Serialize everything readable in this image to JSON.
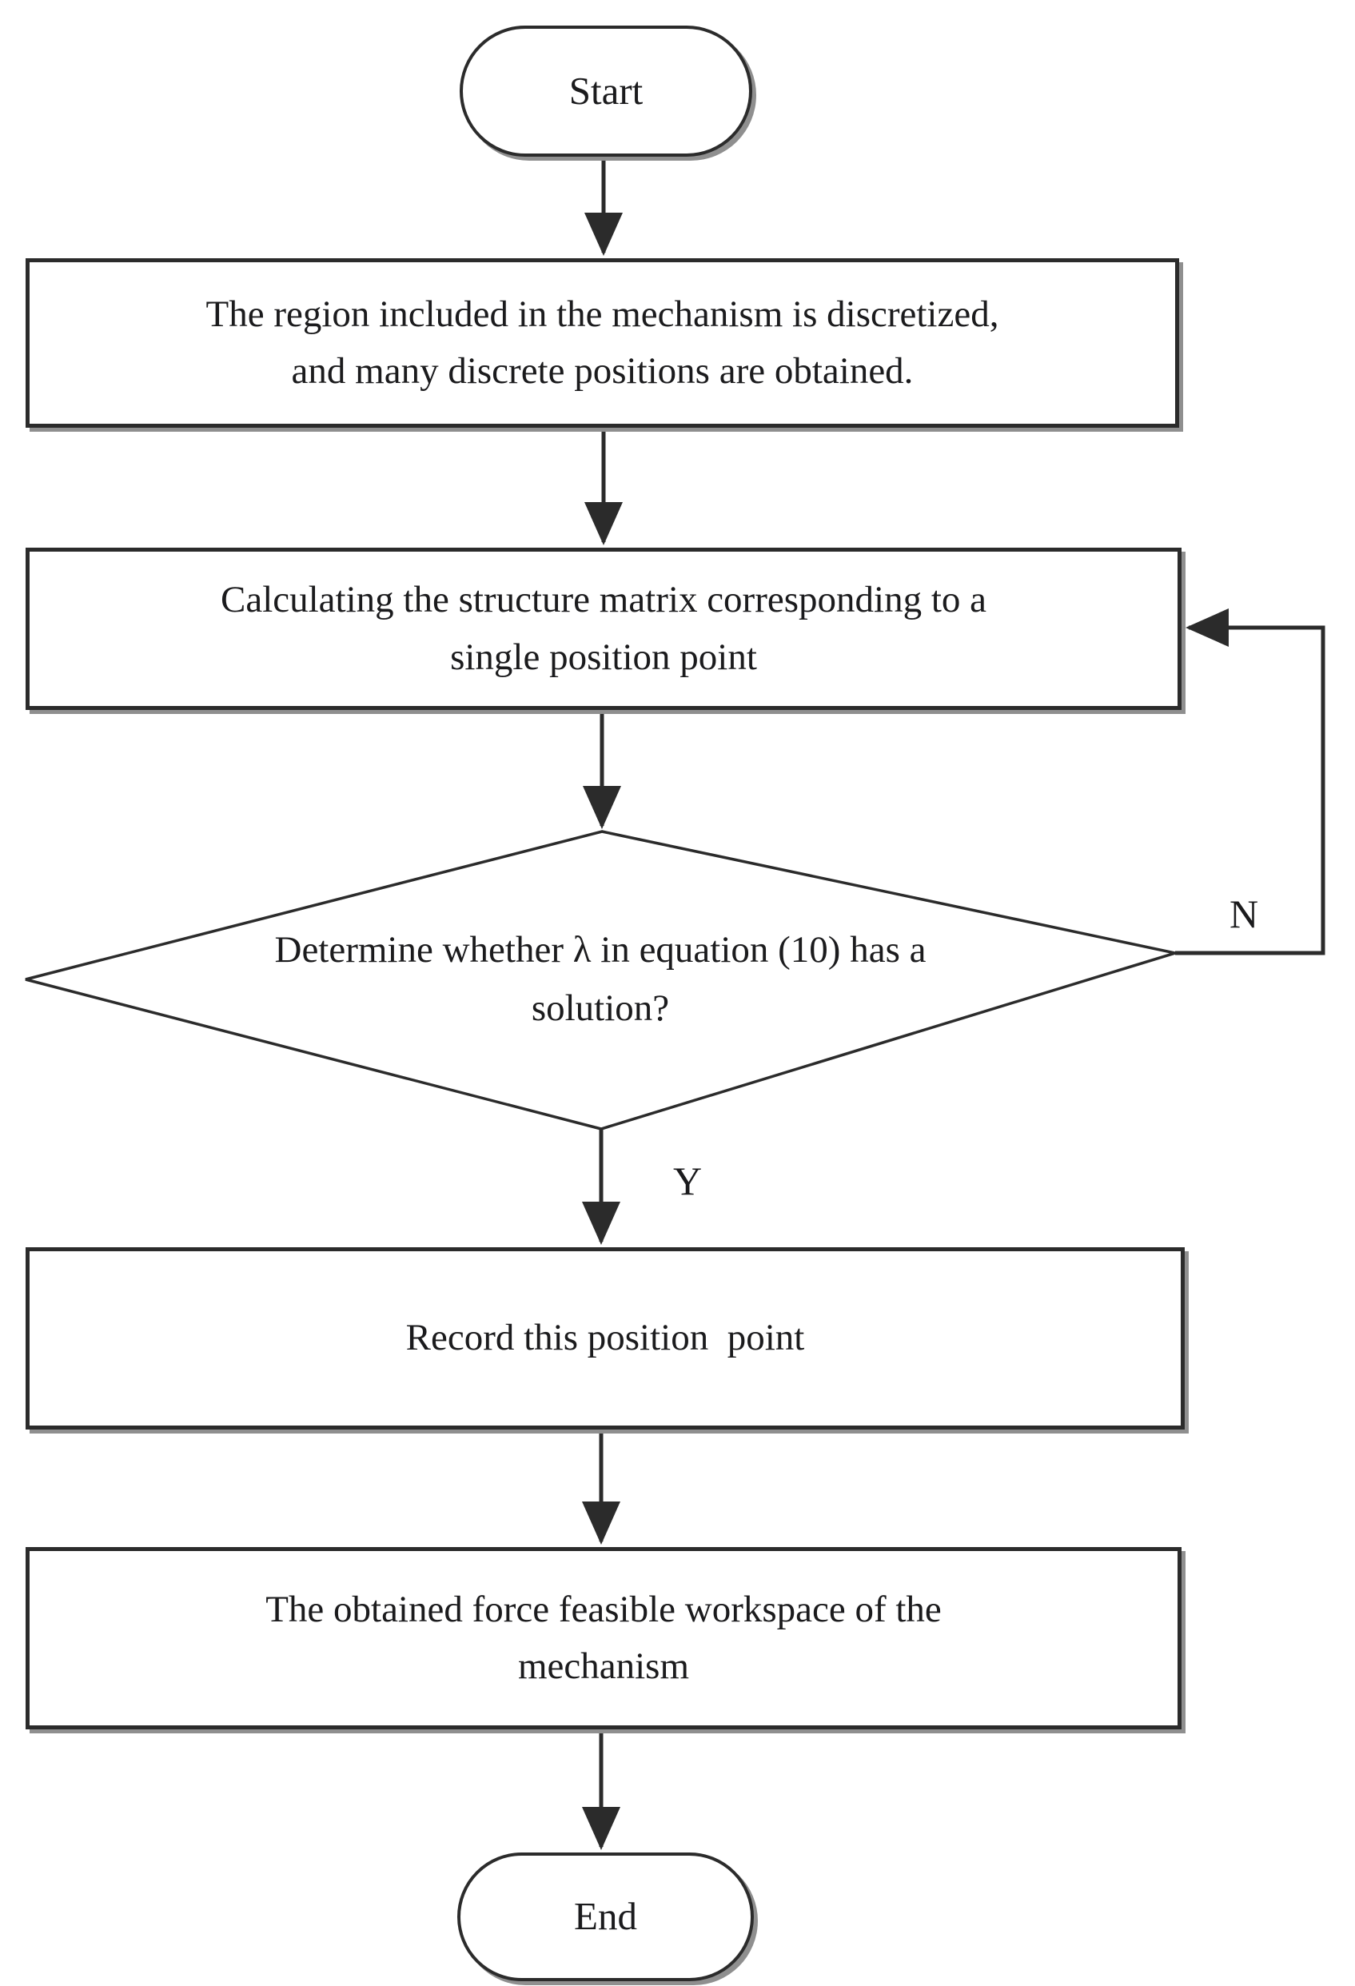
{
  "flowchart": {
    "nodes": {
      "start": {
        "type": "terminator",
        "lines": [
          "Start"
        ]
      },
      "discretize": {
        "type": "process",
        "lines": [
          "The region included in the mechanism is discretized,",
          "and many discrete positions are obtained."
        ]
      },
      "calculate": {
        "type": "process",
        "lines": [
          "Calculating the structure matrix corresponding to a",
          "single position point"
        ]
      },
      "decision": {
        "type": "decision",
        "lines": [
          "Determine whether λ in equation (10) has a",
          "solution?"
        ]
      },
      "record": {
        "type": "process",
        "lines": [
          "Record this position  point"
        ]
      },
      "workspace": {
        "type": "process",
        "lines": [
          "The obtained force feasible workspace of the",
          "mechanism"
        ]
      },
      "end": {
        "type": "terminator",
        "lines": [
          "End"
        ]
      }
    },
    "edge_labels": {
      "yes": "Y",
      "no": "N"
    },
    "colors": {
      "stroke": "#2b2b2b",
      "text": "#1b1b1d",
      "shadow": "#8f8f8f",
      "background": "#ffffff",
      "node_fill": "#ffffff"
    }
  }
}
